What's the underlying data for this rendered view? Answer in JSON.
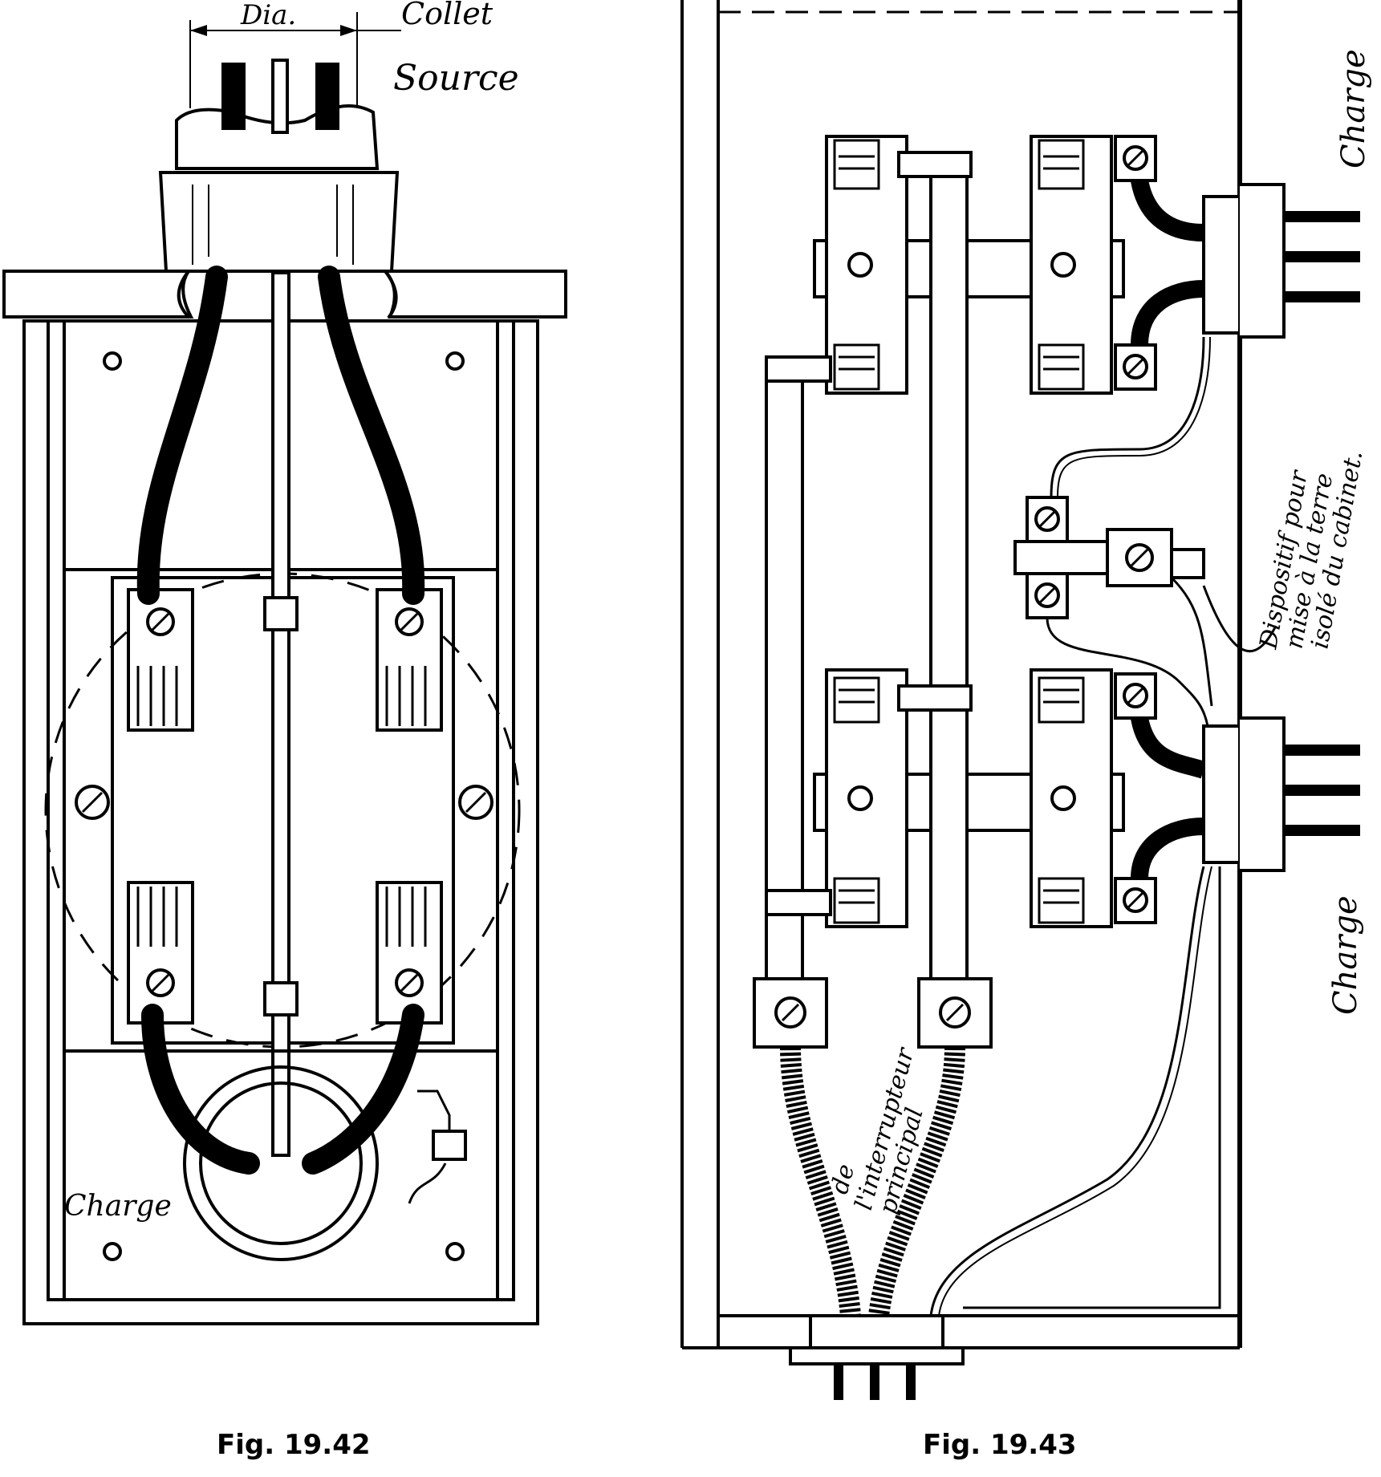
{
  "figures": [
    {
      "caption": "Fig.  19.42",
      "labels": {
        "dia": "Dia.",
        "collet": "Collet",
        "source": "Source",
        "charge": "Charge"
      }
    },
    {
      "caption": "Fig.  19.43",
      "labels": {
        "charge_top": "Charge",
        "charge_bottom": "Charge",
        "ground_line1": "Dispositif pour",
        "ground_line2": "mise à la terre",
        "ground_line3": "isolé du cabinet.",
        "main_line1": "de",
        "main_line2": "l'interrupteur",
        "main_line3": "principal"
      }
    }
  ]
}
